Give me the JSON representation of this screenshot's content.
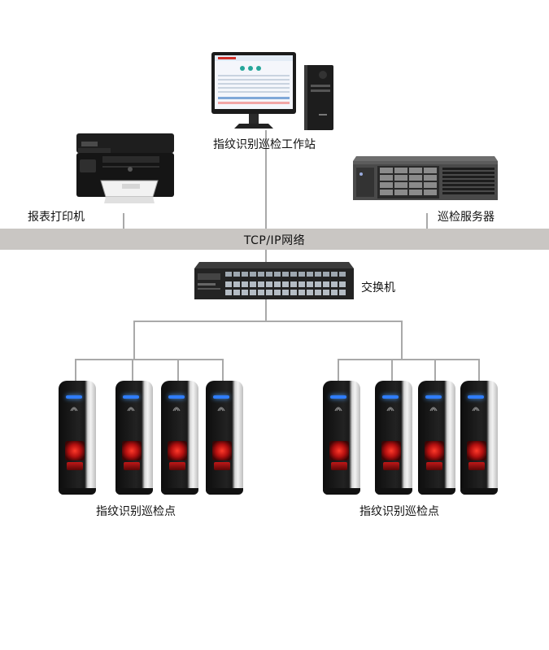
{
  "nodes": {
    "workstation": "指纹识别巡检工作站",
    "printer": "报表打印机",
    "server": "巡检服务器",
    "network": "TCP/IP网络",
    "switch": "交换机",
    "checkpoint_left": "指纹识别巡检点",
    "checkpoint_right": "指纹识别巡检点"
  },
  "colors": {
    "connector": "#a9a9a9",
    "network_band": "#c9c6c3",
    "device_led": "#2f7dff",
    "device_scanner": "#d01a1a"
  },
  "icons": {
    "workstation": "desktop-computer-icon",
    "printer": "laser-printer-icon",
    "server": "rack-server-icon",
    "switch": "network-switch-icon",
    "checkpoint": "fingerprint-reader-icon"
  },
  "checkpoint_groups": [
    {
      "count": 4
    },
    {
      "count": 4
    }
  ]
}
